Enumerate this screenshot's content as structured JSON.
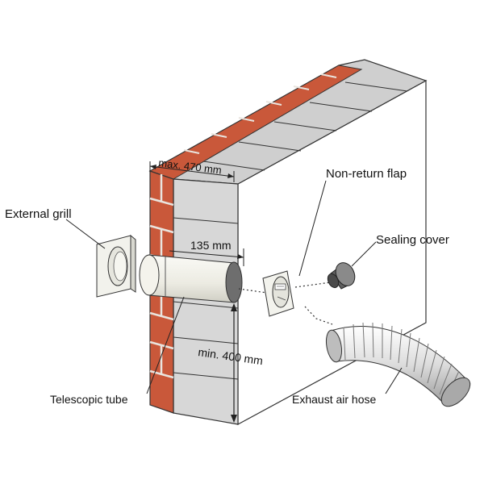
{
  "labels": {
    "max_depth": "max. 470 mm",
    "external_grill": "External grill",
    "non_return_flap": "Non-return flap",
    "sealing_cover": "Sealing cover",
    "tube_length": "135 mm",
    "min_height": "min. 400 mm",
    "telescopic_tube": "Telescopic tube",
    "exhaust_air_hose": "Exhaust air hose"
  },
  "colors": {
    "brick": "#c9583a",
    "mortar": "#e9e4de",
    "block_face": "#d7d7d7",
    "block_side": "#d0d0d0",
    "inner_face": "#ffffff",
    "tube": "#ecebe2",
    "pipe_end": "#6e6e6e",
    "outline": "#333333"
  }
}
